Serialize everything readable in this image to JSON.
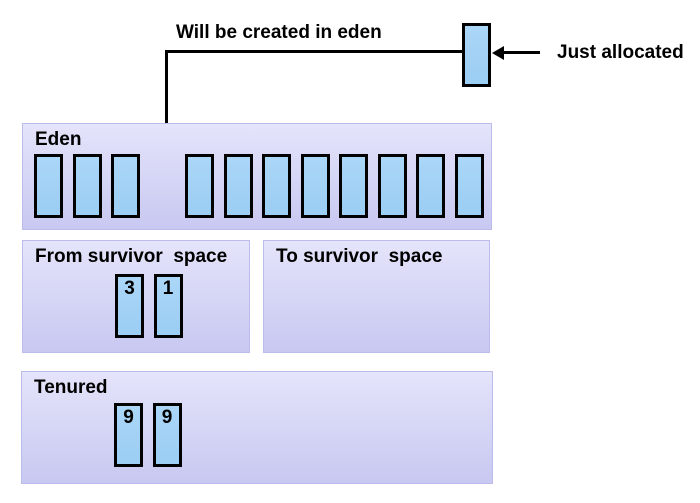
{
  "diagram": {
    "title": "JVM heap generations diagram",
    "annotations": {
      "eden_arrow_label": "Will be created in eden",
      "allocated_label": "Just allocated"
    },
    "regions": {
      "eden": {
        "label": "Eden",
        "left_blocks": [
          "",
          "",
          ""
        ],
        "right_blocks": [
          "",
          "",
          "",
          "",
          "",
          "",
          "",
          ""
        ]
      },
      "from_survivor": {
        "label": "From survivor  space",
        "blocks": [
          "3",
          "1"
        ]
      },
      "to_survivor": {
        "label": "To survivor  space",
        "blocks": []
      },
      "tenured": {
        "label": "Tenured",
        "blocks": [
          "9",
          "9"
        ]
      }
    },
    "colors": {
      "block_fill": "#9dcef3",
      "block_fill_light": "#abd7f8",
      "block_border": "#000000",
      "region_top": "#e4e4fb",
      "region_bottom": "#c8c8f1",
      "region_border": "#bcbcec",
      "arrow": "#000000"
    }
  }
}
